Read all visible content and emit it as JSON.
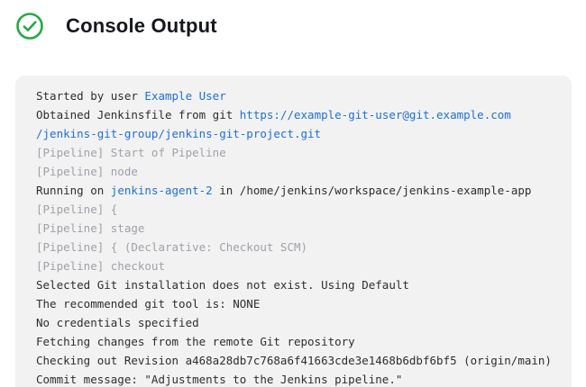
{
  "header": {
    "title": "Console Output",
    "status_icon": "check-circle-icon"
  },
  "colors": {
    "console_bg": "#f2f2f3",
    "text": "#2e2e30",
    "muted": "#9ea1a6",
    "link": "#1f6fd6",
    "green": "#23a945",
    "title": "#16181d"
  },
  "console": {
    "lines": [
      [
        {
          "text": "Started by user ",
          "style": "plain"
        },
        {
          "text": "Example User",
          "style": "link"
        }
      ],
      [
        {
          "text": "Obtained Jenkinsfile from git ",
          "style": "plain"
        },
        {
          "text": "https://example-git-user@git.example.com",
          "style": "link"
        }
      ],
      [
        {
          "text": "/jenkins-git-group/jenkins-git-project.git",
          "style": "link"
        }
      ],
      [
        {
          "text": "[Pipeline] Start of Pipeline",
          "style": "muted"
        }
      ],
      [
        {
          "text": "[Pipeline] node",
          "style": "muted"
        }
      ],
      [
        {
          "text": "Running on ",
          "style": "plain"
        },
        {
          "text": "jenkins-agent-2",
          "style": "link"
        },
        {
          "text": " in /home/jenkins/workspace/jenkins-example-app",
          "style": "plain"
        }
      ],
      [
        {
          "text": "[Pipeline] {",
          "style": "muted"
        }
      ],
      [
        {
          "text": "[Pipeline] stage",
          "style": "muted"
        }
      ],
      [
        {
          "text": "[Pipeline] { (Declarative: Checkout SCM)",
          "style": "muted"
        }
      ],
      [
        {
          "text": "[Pipeline] checkout",
          "style": "muted"
        }
      ],
      [
        {
          "text": "Selected Git installation does not exist. Using Default",
          "style": "plain"
        }
      ],
      [
        {
          "text": "The recommended git tool is: NONE",
          "style": "plain"
        }
      ],
      [
        {
          "text": "No credentials specified",
          "style": "plain"
        }
      ],
      [
        {
          "text": "Fetching changes from the remote Git repository",
          "style": "plain"
        }
      ],
      [
        {
          "text": "Checking out Revision a468a28db7c768a6f41663cde3e1468b6dbf6bf5 (origin/main)",
          "style": "plain"
        }
      ],
      [
        {
          "text": "Commit message: \"Adjustments to the Jenkins pipeline.\"",
          "style": "plain"
        }
      ]
    ]
  }
}
